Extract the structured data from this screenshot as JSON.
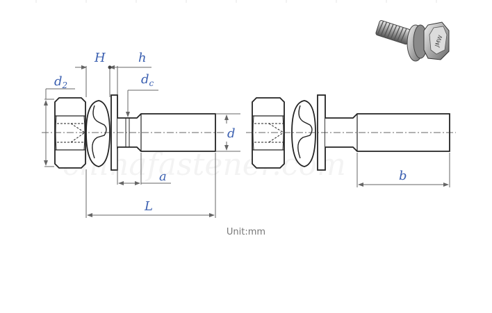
{
  "diagram": {
    "watermark": "chinafastener.com",
    "unit_label": "Unit:mm",
    "labels": {
      "d2_main": "d",
      "d2_sub": "2",
      "H": "H",
      "h": "h",
      "dc_main": "d",
      "dc_sub": "c",
      "d": "d",
      "a": "a",
      "L": "L",
      "b": "b"
    },
    "colors": {
      "outline": "#222222",
      "dimension_line": "#666666",
      "dimension_text": "#3a5fb0",
      "unit_text": "#777777"
    },
    "thumbnail": {
      "icon": "hex-screw-with-spring-and-flat-washer-photo",
      "head_marking": "JMW"
    }
  }
}
